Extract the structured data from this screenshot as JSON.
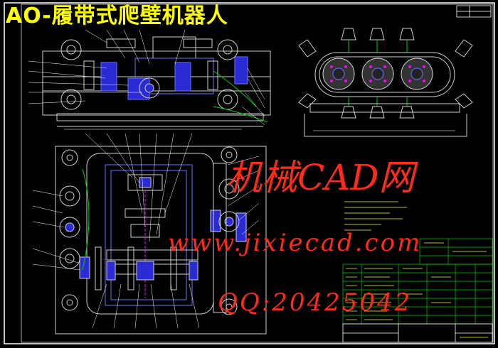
{
  "title": "AO-履带式爬壁机器人",
  "watermark": {
    "site_cn": "机械CAD网",
    "url": "www.jixiecad.com",
    "qq": "QQ:20425042"
  },
  "colors": {
    "background": "#000000",
    "border": "#ffffff",
    "title": "#ffff00",
    "watermark": "#ff2a1a",
    "part_blue": "#3a3aff",
    "outline": "#d0d0d0",
    "leader": "#ffffff",
    "hatch": "#ff00ff",
    "notes": "#ffff00",
    "table": "#00cc00"
  }
}
